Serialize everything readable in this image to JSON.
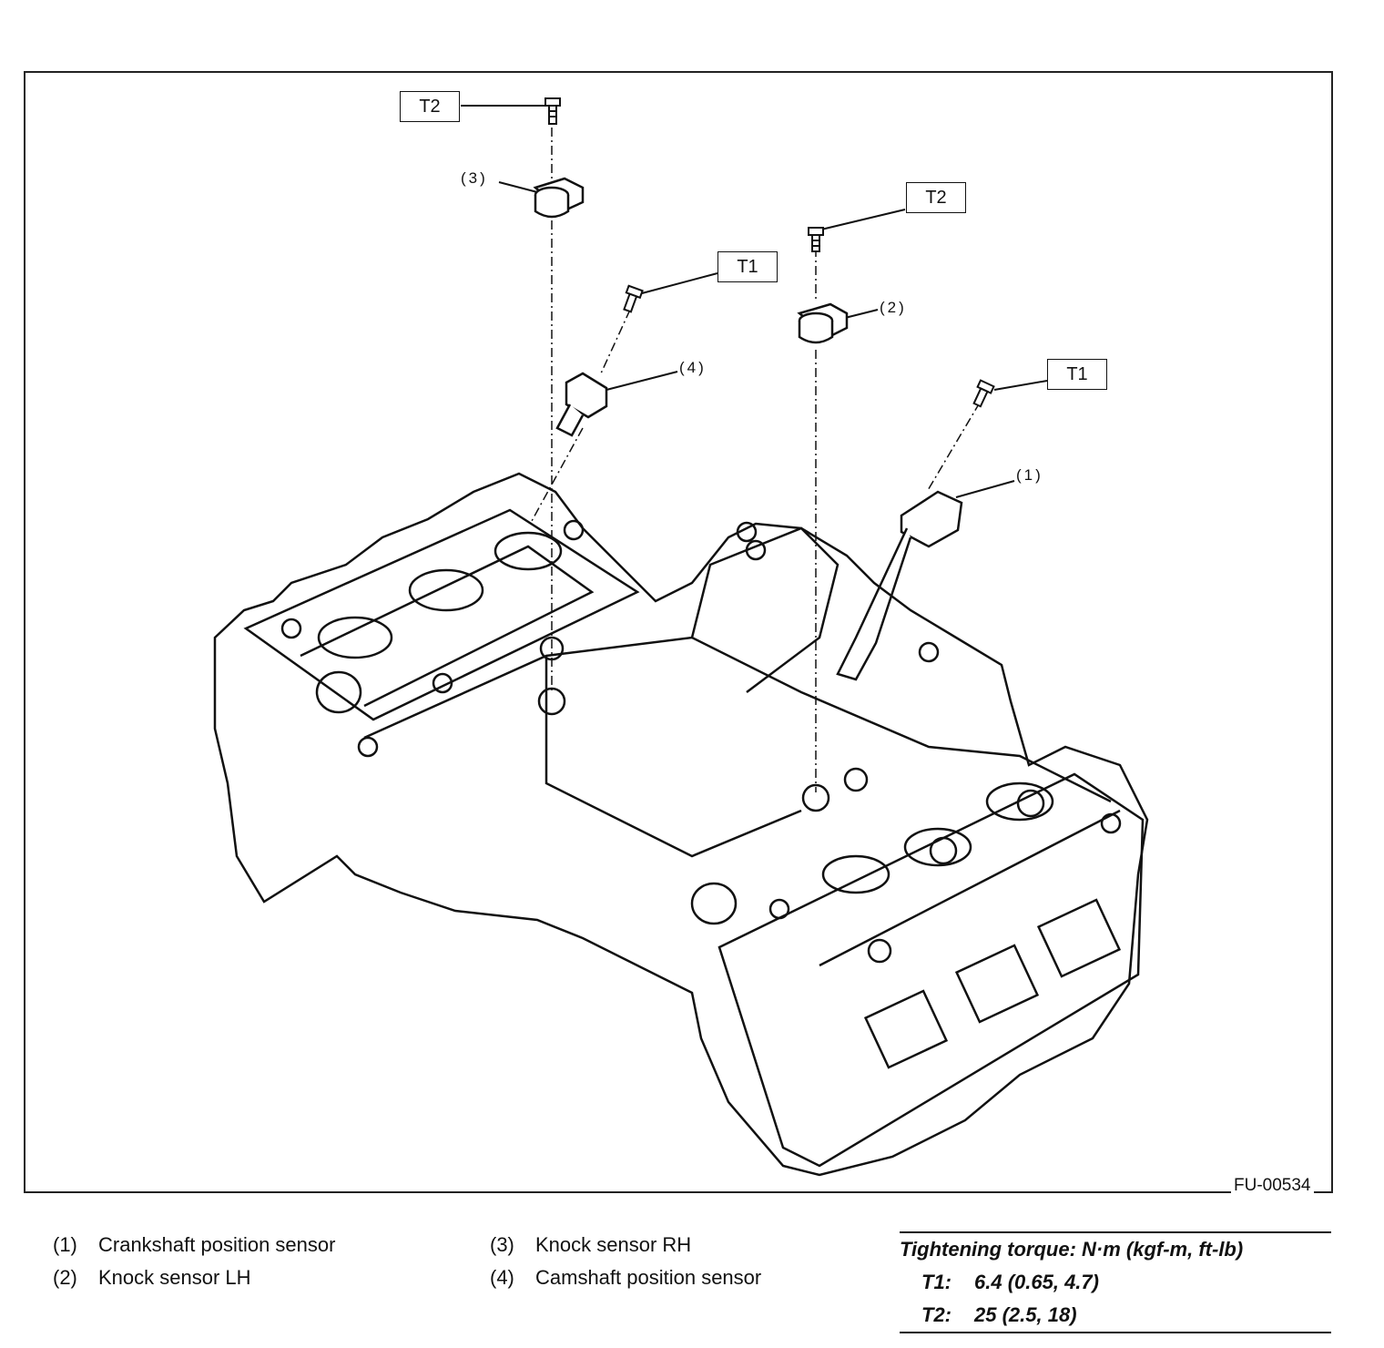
{
  "figure_id": "FU-00534",
  "torque_labels": {
    "t2_top": "T2",
    "t2_right": "T2",
    "t1_left": "T1",
    "t1_right": "T1"
  },
  "callouts": {
    "c1": "(1)",
    "c2": "(2)",
    "c3": "(3)",
    "c4": "(4)"
  },
  "legend": {
    "items": [
      {
        "num": "(1)",
        "label": "Crankshaft position sensor"
      },
      {
        "num": "(2)",
        "label": "Knock sensor LH"
      },
      {
        "num": "(3)",
        "label": "Knock sensor RH"
      },
      {
        "num": "(4)",
        "label": "Camshaft position sensor"
      }
    ]
  },
  "torque_spec": {
    "heading": "Tightening torque: N·m (kgf-m, ft-lb)",
    "rows": [
      {
        "key": "T1:",
        "value": "6.4 (0.65, 4.7)"
      },
      {
        "key": "T2:",
        "value": "25 (2.5, 18)"
      }
    ]
  }
}
